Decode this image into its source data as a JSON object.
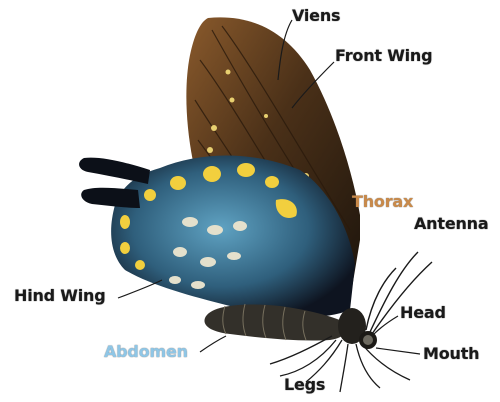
{
  "labels": {
    "viens": "Viens",
    "front_wing": "Front Wing",
    "thorax": "Thorax",
    "antenna": "Antenna",
    "hind_wing": "Hind Wing",
    "head": "Head",
    "abdomen": "Abdomen",
    "mouth": "Mouth",
    "legs": "Legs"
  },
  "colors": {
    "thorax": "#c98a4a",
    "abdomen": "#8fc6e6",
    "label": "#1a1a1a",
    "wing_front": "#5a3b1f",
    "wing_hind": "#0e1420",
    "spots": "#f2cf3e",
    "blue_band": "#3f7fa0"
  }
}
